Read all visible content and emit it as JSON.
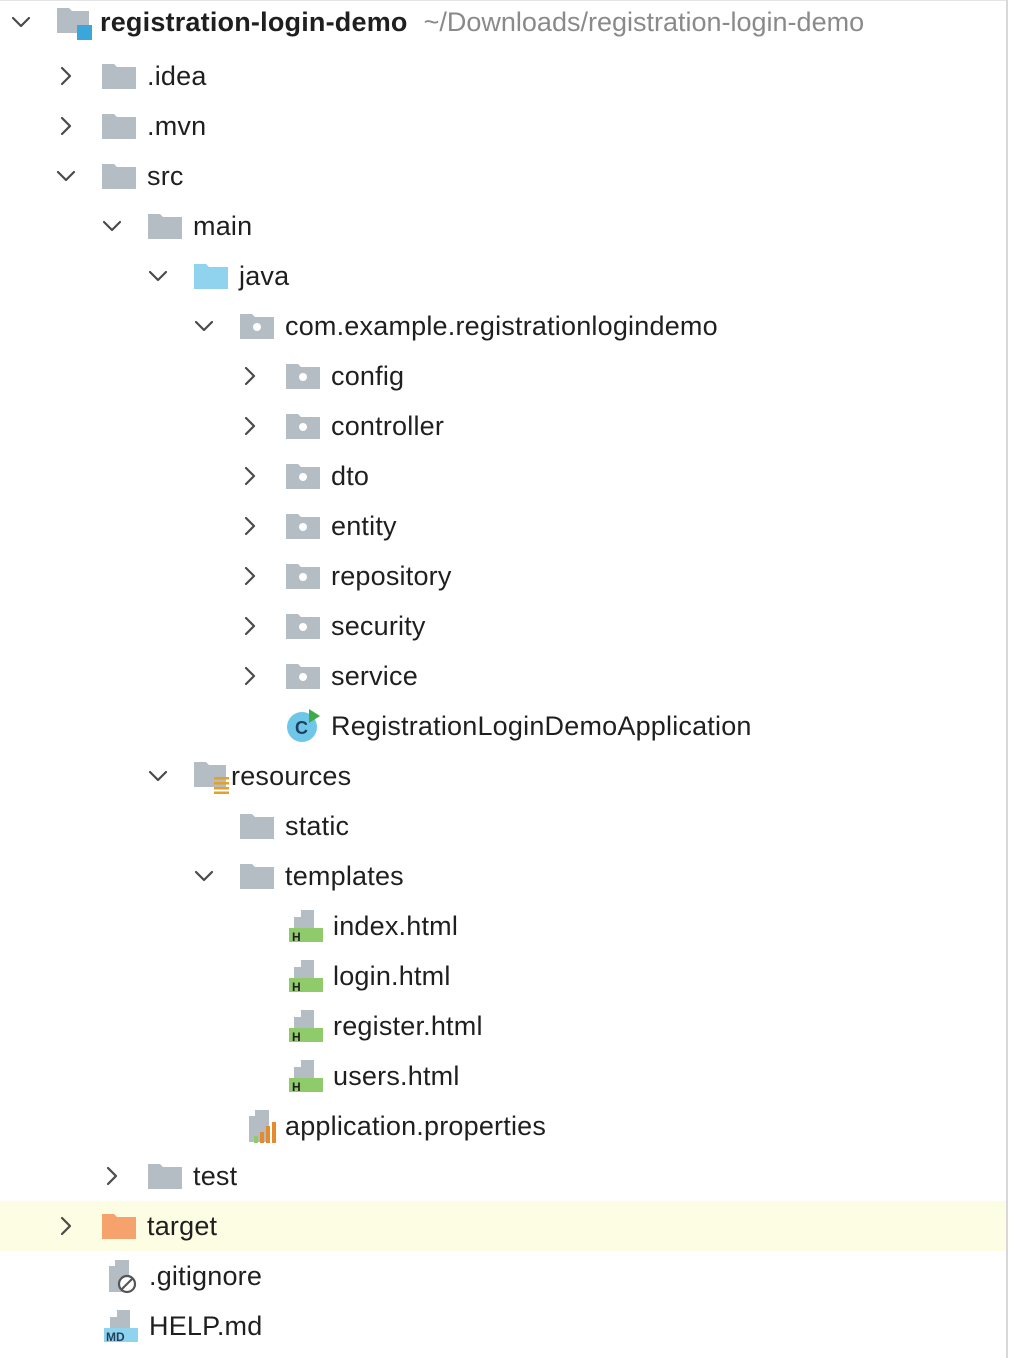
{
  "project": {
    "name": "registration-login-demo",
    "path": "~/Downloads/registration-login-demo"
  },
  "nodes": [
    {
      "label": ".idea",
      "icon": "folder-icon",
      "state": "collapsed"
    },
    {
      "label": ".mvn",
      "icon": "folder-icon",
      "state": "collapsed"
    },
    {
      "label": "src",
      "icon": "folder-icon",
      "state": "expanded"
    },
    {
      "label": "main",
      "icon": "folder-icon",
      "state": "expanded"
    },
    {
      "label": "java",
      "icon": "source-root-folder-icon",
      "state": "expanded"
    },
    {
      "label": "com.example.registrationlogindemo",
      "icon": "package-icon",
      "state": "expanded"
    },
    {
      "label": "config",
      "icon": "package-icon",
      "state": "collapsed"
    },
    {
      "label": "controller",
      "icon": "package-icon",
      "state": "collapsed"
    },
    {
      "label": "dto",
      "icon": "package-icon",
      "state": "collapsed"
    },
    {
      "label": "entity",
      "icon": "package-icon",
      "state": "collapsed"
    },
    {
      "label": "repository",
      "icon": "package-icon",
      "state": "collapsed"
    },
    {
      "label": "security",
      "icon": "package-icon",
      "state": "collapsed"
    },
    {
      "label": "service",
      "icon": "package-icon",
      "state": "collapsed"
    },
    {
      "label": "RegistrationLoginDemoApplication",
      "icon": "java-class-run-icon",
      "state": "leaf"
    },
    {
      "label": "resources",
      "icon": "resources-root-folder-icon",
      "state": "expanded"
    },
    {
      "label": "static",
      "icon": "folder-icon",
      "state": "leaf"
    },
    {
      "label": "templates",
      "icon": "folder-icon",
      "state": "expanded"
    },
    {
      "label": "index.html",
      "icon": "html-file-icon",
      "state": "leaf"
    },
    {
      "label": "login.html",
      "icon": "html-file-icon",
      "state": "leaf"
    },
    {
      "label": "register.html",
      "icon": "html-file-icon",
      "state": "leaf"
    },
    {
      "label": "users.html",
      "icon": "html-file-icon",
      "state": "leaf"
    },
    {
      "label": "application.properties",
      "icon": "properties-file-icon",
      "state": "leaf"
    },
    {
      "label": "test",
      "icon": "folder-icon",
      "state": "collapsed"
    },
    {
      "label": "target",
      "icon": "excluded-folder-icon",
      "state": "collapsed"
    },
    {
      "label": ".gitignore",
      "icon": "ignored-file-icon",
      "state": "leaf"
    },
    {
      "label": "HELP.md",
      "icon": "markdown-file-icon",
      "state": "leaf"
    }
  ],
  "colors": {
    "folder": "#b4bcc4",
    "source_root": "#8fd3ef",
    "excluded_folder": "#f5a26c",
    "module_badge": "#3aa6dc",
    "html_badge": "#8fca6b",
    "class_circle": "#6ec7e8",
    "run_marker": "#3faa4a",
    "properties_bars": "#e58b2e",
    "highlight_row": "#fdfde3"
  }
}
